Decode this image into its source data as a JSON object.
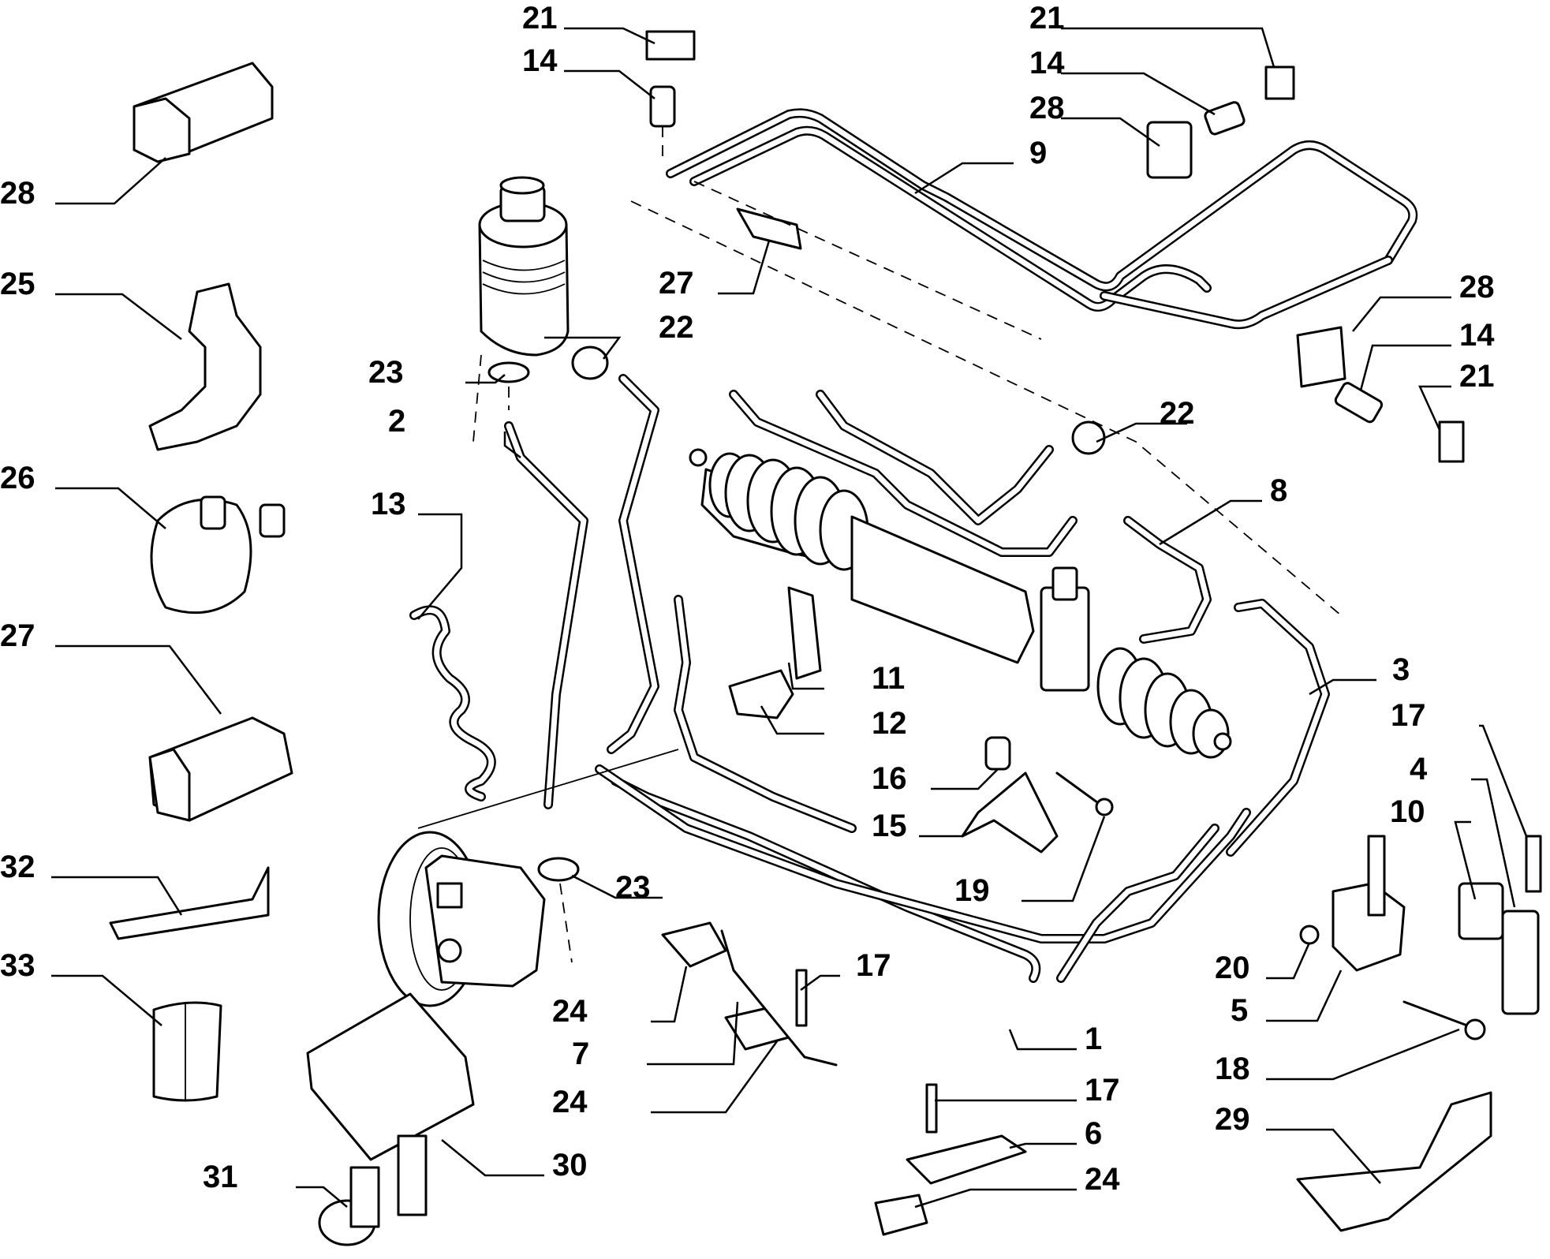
{
  "labels": {
    "l1": "1",
    "l2": "2",
    "l3": "3",
    "l4": "4",
    "l5": "5",
    "l6": "6",
    "l7": "7",
    "l8": "8",
    "l9": "9",
    "l10": "10",
    "l11": "11",
    "l12": "12",
    "l13": "13",
    "l15": "15",
    "l16": "16",
    "l18": "18",
    "l19": "19",
    "l20": "20",
    "l25": "25",
    "l26": "26",
    "l29": "29",
    "l30": "30",
    "l31": "31",
    "l32": "32",
    "l33": "33",
    "l14a": "14",
    "l14b": "14",
    "l14c": "14",
    "l17a": "17",
    "l17b": "17",
    "l17c": "17",
    "l21a": "21",
    "l21b": "21",
    "l21c": "21",
    "l22a": "22",
    "l22b": "22",
    "l23a": "23",
    "l23b": "23",
    "l24a": "24",
    "l24b": "24",
    "l24c": "24",
    "l27a": "27",
    "l27b": "27",
    "l28a": "28",
    "l28b": "28",
    "l28c": "28"
  }
}
